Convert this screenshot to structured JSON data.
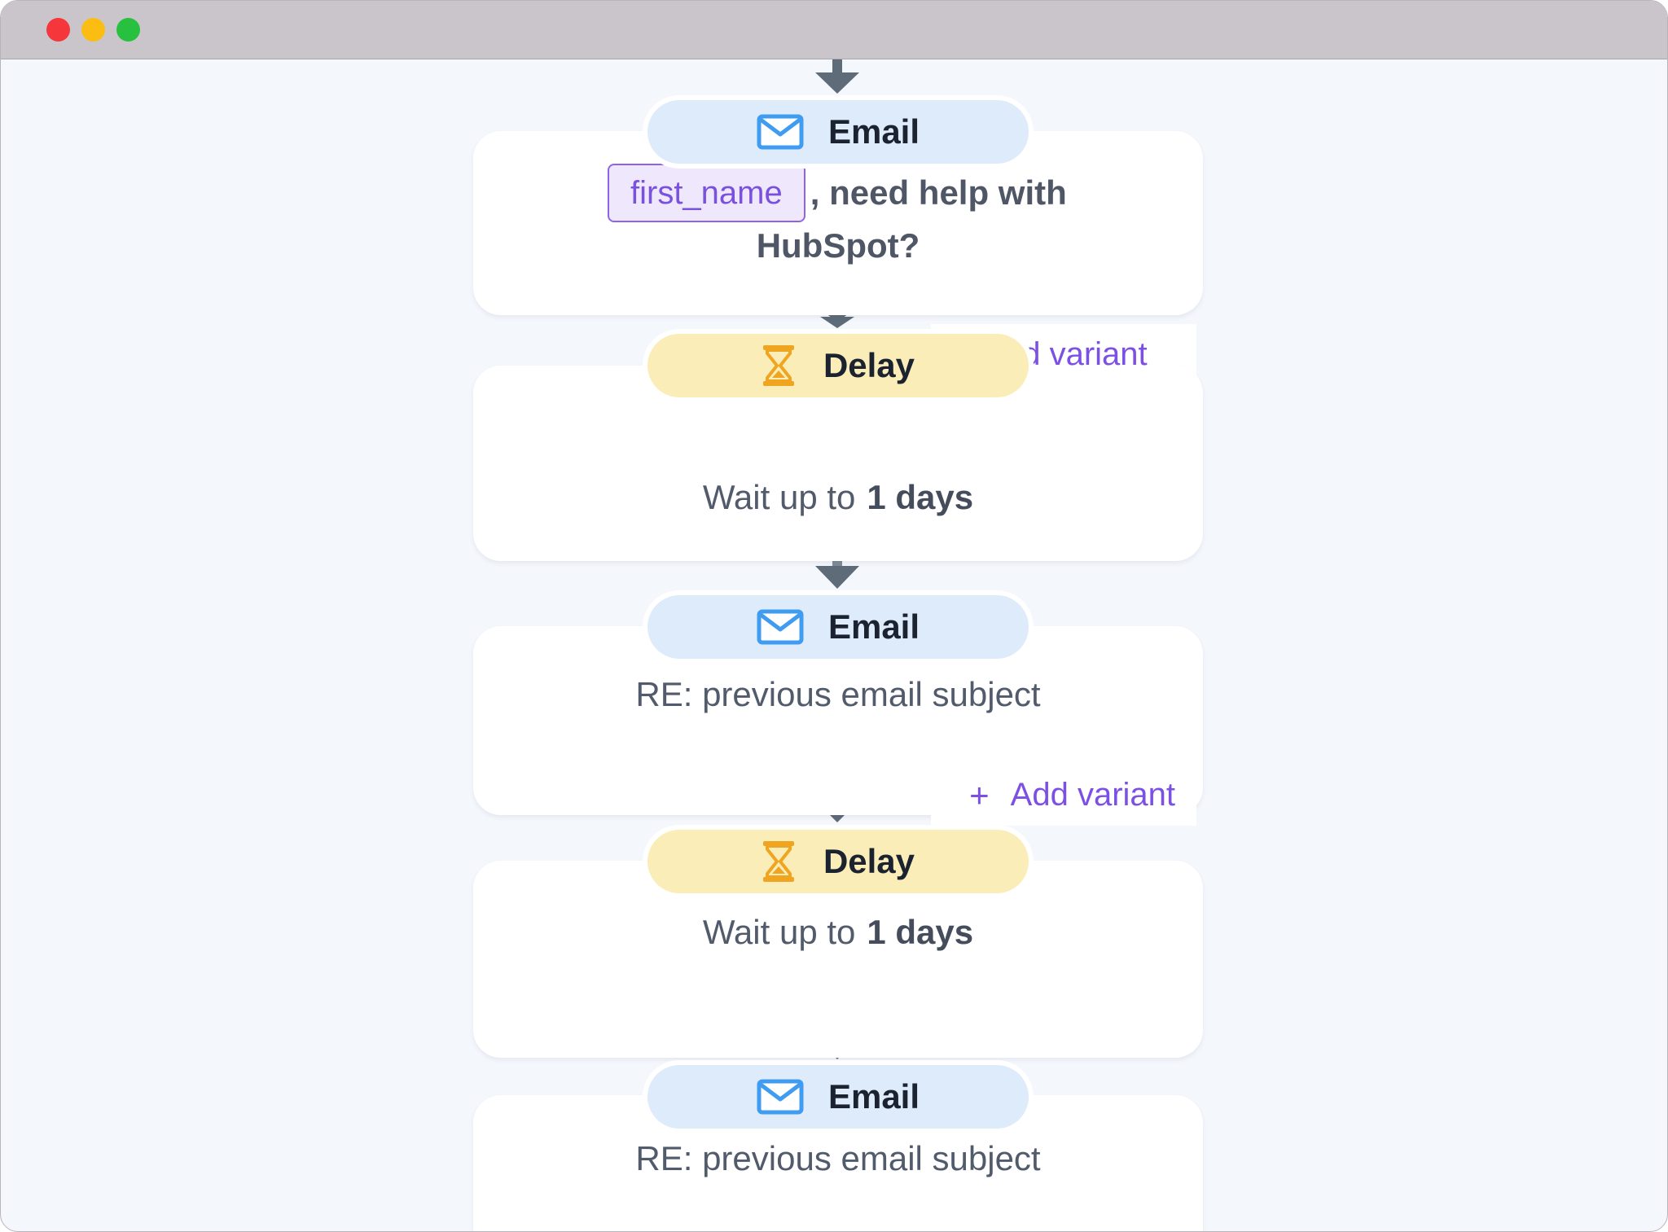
{
  "window": {
    "controls": [
      "close",
      "minimize",
      "maximize"
    ]
  },
  "colors": {
    "email_pill": "#deebfb",
    "delay_pill": "#fbedb8",
    "email_icon": "#3f9cf0",
    "delay_icon": "#f0a520",
    "token": "#7951dd",
    "variant_link": "#7c50e4",
    "connector": "#5e6b78"
  },
  "steps": [
    {
      "type": "email",
      "label": "Email",
      "icon": "mail-icon",
      "token": "first_name",
      "subject_after_token": ", need help with",
      "subject_line2": "HubSpot?"
    },
    {
      "type": "delay",
      "label": "Delay",
      "icon": "hourglass-icon",
      "prefix": "Wait up to",
      "value": "1 days",
      "add_variant": "dd variant"
    },
    {
      "type": "email",
      "label": "Email",
      "icon": "mail-icon",
      "subject": "RE: previous email subject"
    },
    {
      "type": "delay",
      "label": "Delay",
      "icon": "hourglass-icon",
      "prefix": "Wait up to",
      "value": "1 days",
      "add_variant_plus": "+",
      "add_variant": "Add variant"
    },
    {
      "type": "email",
      "label": "Email",
      "icon": "mail-icon",
      "subject": "RE: previous email subject"
    }
  ]
}
